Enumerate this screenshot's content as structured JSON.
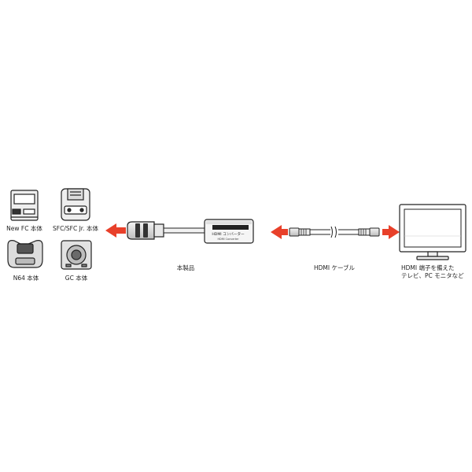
{
  "consoles": [
    {
      "id": "newfc",
      "label": "New FC 本体"
    },
    {
      "id": "sfc",
      "label": "SFC/SFC Jr. 本体"
    },
    {
      "id": "n64",
      "label": "N64 本体"
    },
    {
      "id": "gc",
      "label": "GC 本体"
    }
  ],
  "product": {
    "label": "本製品",
    "box_text_line1": "HDMI コンバーター",
    "box_text_line2": "HDMI Converter"
  },
  "cable": {
    "label": "HDMI ケーブル"
  },
  "monitor": {
    "label_line1": "HDMI 端子を備えた",
    "label_line2": "テレビ、PC モニタなど"
  },
  "colors": {
    "arrow": "#e8402a",
    "line": "#222222",
    "device_fill": "#eeeeee"
  }
}
